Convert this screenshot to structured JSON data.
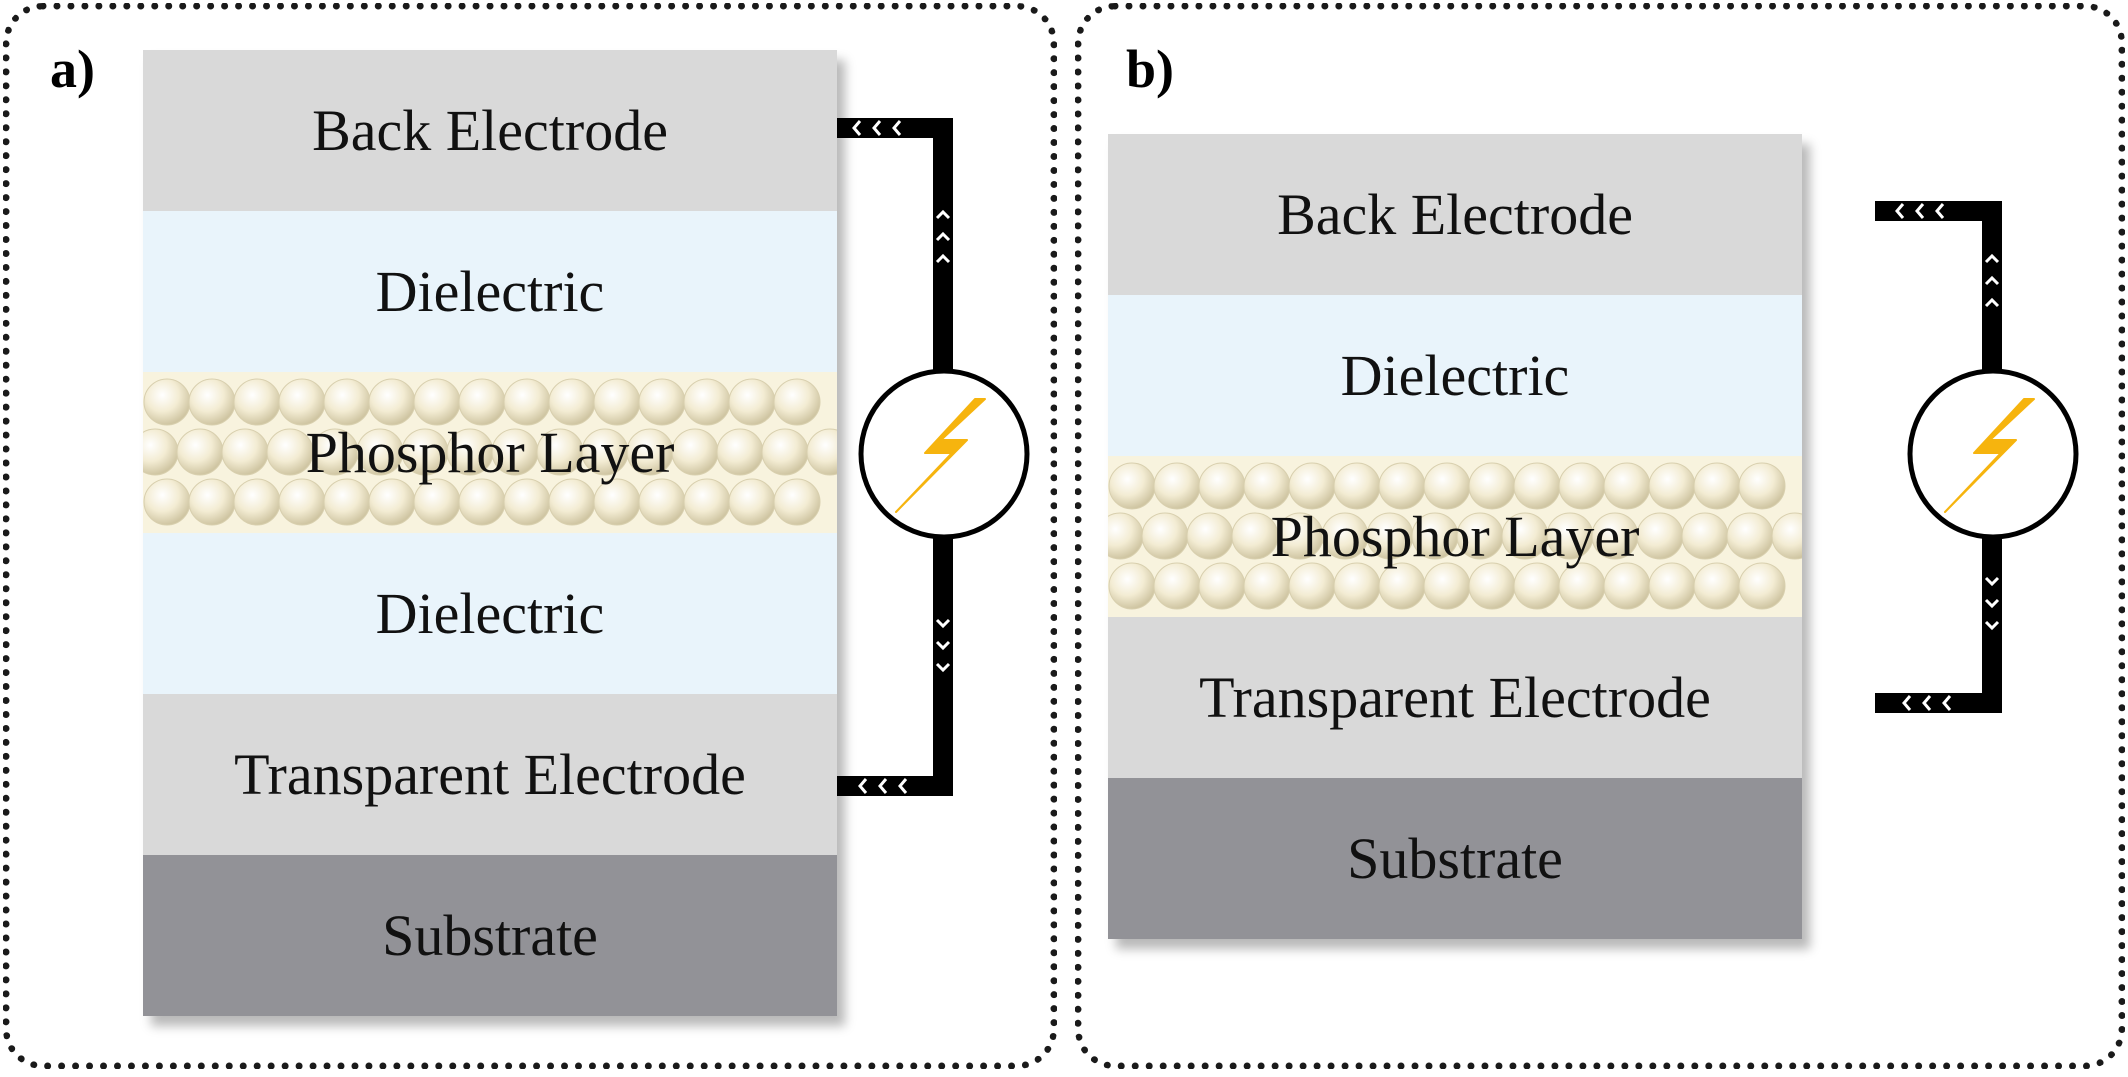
{
  "panels": [
    {
      "label": "a)",
      "layers": [
        "Back Electrode",
        "Dielectric",
        "Phosphor Layer",
        "Dielectric",
        "Transparent Electrode",
        "Substrate"
      ]
    },
    {
      "label": "b)",
      "layers": [
        "Back Electrode",
        "Dielectric",
        "Phosphor Layer",
        "Transparent Electrode",
        "Substrate"
      ]
    }
  ],
  "colors": {
    "electrode": "#d9d9d9",
    "dielectric": "#e9f4fb",
    "phosphor": "#f8f3de",
    "substrate": "#929297",
    "bolt": "#f6b40e",
    "wire": "#000000"
  },
  "icons": {
    "power_source": "lightning-bolt-icon"
  }
}
